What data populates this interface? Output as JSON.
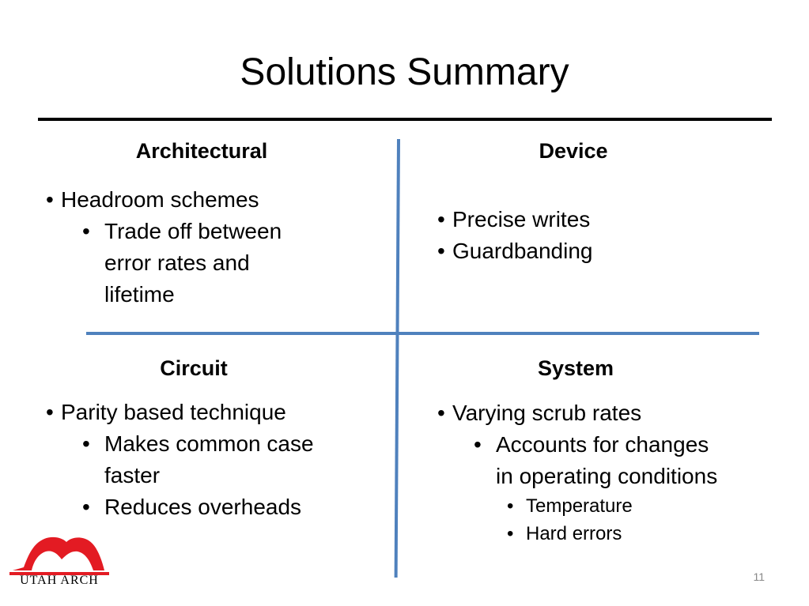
{
  "slide": {
    "title": "Solutions Summary",
    "page_number": "11"
  },
  "quadrants": {
    "architectural": {
      "heading": "Architectural",
      "bullets": [
        {
          "text": "Headroom schemes",
          "sub": [
            {
              "text": "Trade off between"
            },
            {
              "text": "error rates and"
            },
            {
              "text": "lifetime"
            }
          ]
        }
      ]
    },
    "device": {
      "heading": "Device",
      "bullets": [
        {
          "text": "Precise writes"
        },
        {
          "text": "Guardbanding"
        }
      ]
    },
    "circuit": {
      "heading": "Circuit",
      "bullets": [
        {
          "text": "Parity based technique"
        }
      ],
      "sub": [
        {
          "line1": "Makes common case",
          "line2": "faster"
        },
        {
          "text": "Reduces overheads"
        }
      ]
    },
    "system": {
      "heading": "System",
      "bullets": [
        {
          "text": "Varying scrub rates"
        }
      ],
      "sub": [
        {
          "line1": "Accounts for changes",
          "line2": "in operating conditions"
        }
      ],
      "subsub": [
        {
          "text": "Temperature"
        },
        {
          "text": "Hard errors"
        }
      ]
    }
  },
  "logo": {
    "text": "UTAH ARCH",
    "color": "#e31b23"
  },
  "colors": {
    "divider": "#4f81bd",
    "rule": "#000000"
  }
}
